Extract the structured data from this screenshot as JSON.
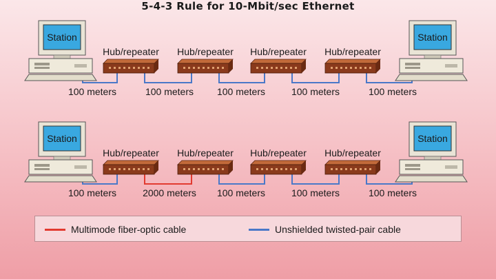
{
  "title": "5-4-3 Rule for 10-Mbit/sec Ethernet",
  "colors": {
    "utp": "#4a78c8",
    "fiber": "#e23a30",
    "hub": "#8a3a1c",
    "hub_top": "#c26a3a",
    "screen": "#39a8e0"
  },
  "rows": [
    {
      "stations": [
        "Station",
        "Station"
      ],
      "hubs": [
        "Hub/repeater",
        "Hub/repeater",
        "Hub/repeater",
        "Hub/repeater"
      ],
      "segments": [
        {
          "label": "100 meters",
          "type": "utp"
        },
        {
          "label": "100 meters",
          "type": "utp"
        },
        {
          "label": "100 meters",
          "type": "utp"
        },
        {
          "label": "100 meters",
          "type": "utp"
        },
        {
          "label": "100 meters",
          "type": "utp"
        }
      ]
    },
    {
      "stations": [
        "Station",
        "Station"
      ],
      "hubs": [
        "Hub/repeater",
        "Hub/repeater",
        "Hub/repeater",
        "Hub/repeater"
      ],
      "segments": [
        {
          "label": "100 meters",
          "type": "utp"
        },
        {
          "label": "2000 meters",
          "type": "fiber"
        },
        {
          "label": "100 meters",
          "type": "utp"
        },
        {
          "label": "100 meters",
          "type": "utp"
        },
        {
          "label": "100 meters",
          "type": "utp"
        }
      ]
    }
  ],
  "legend": {
    "fiber": "Multimode fiber-optic cable",
    "utp": "Unshielded twisted-pair cable"
  }
}
